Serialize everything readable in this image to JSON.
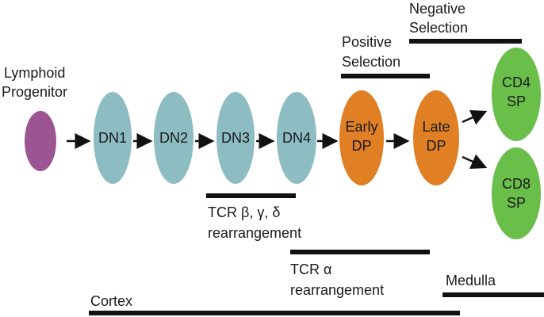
{
  "colors": {
    "progenitor": "#9b5593",
    "dn": "#8dbcc2",
    "dp": "#e07f24",
    "sp": "#6abf4b",
    "line": "#111111"
  },
  "progenitor": {
    "line1": "Lymphoid",
    "line2": "Progenitor"
  },
  "nodes": {
    "dn1": "DN1",
    "dn2": "DN2",
    "dn3": "DN3",
    "dn4": "DN4",
    "early_dp": {
      "line1": "Early",
      "line2": "DP"
    },
    "late_dp": {
      "line1": "Late",
      "line2": "DP"
    },
    "cd4_sp": {
      "line1": "CD4",
      "line2": "SP"
    },
    "cd8_sp": {
      "line1": "CD8",
      "line2": "SP"
    }
  },
  "phases": {
    "negative_selection": {
      "line1": "Negative",
      "line2": "Selection"
    },
    "positive_selection": {
      "line1": "Positive",
      "line2": "Selection"
    },
    "tcr_bgd": {
      "line1": "TCR β, γ, δ",
      "line2": "rearrangement"
    },
    "tcr_a": {
      "line1": "TCR α",
      "line2": "rearrangement"
    },
    "medulla": "Medulla",
    "cortex": "Cortex"
  }
}
